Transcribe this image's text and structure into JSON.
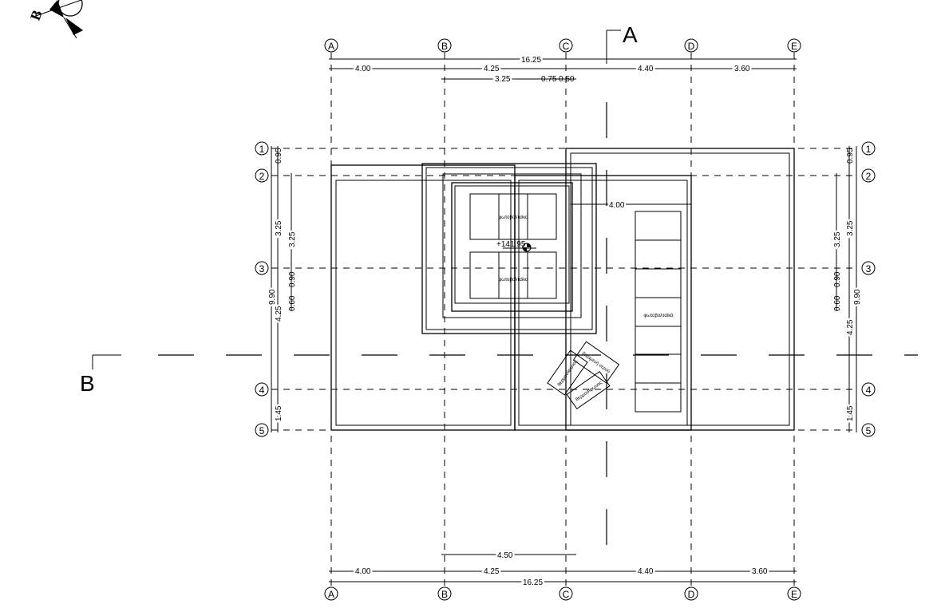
{
  "grid_columns": [
    "A",
    "B",
    "C",
    "D",
    "E"
  ],
  "grid_rows": [
    "1",
    "2",
    "3",
    "4",
    "5"
  ],
  "section_marks": {
    "a": "A",
    "b": "B",
    "north_b": "B"
  },
  "dims_top": {
    "total": "16.25",
    "a_b": "4.00",
    "b_c": "4.25",
    "c_d": "4.40",
    "d_e": "3.60",
    "sub1": "3.25",
    "sub2": "0.75",
    "sub3": "0.50"
  },
  "dims_bottom": {
    "total": "16.25",
    "a_b": "4.00",
    "b_c": "4.25",
    "c_d": "4.40",
    "d_e": "3.60",
    "sub": "4.50"
  },
  "dims_left": {
    "total": "9.90",
    "r1_2": "0.95",
    "r2_3": "3.25",
    "r3_4": "4.25",
    "r4_5": "1.45",
    "inner": "3.25",
    "s1": "0.60",
    "s2": "0.90"
  },
  "dims_right": {
    "total": "9.90",
    "r1_2": "0.95",
    "r2_3": "3.25",
    "r3_4": "4.25",
    "r4_5": "1.45",
    "inner": "3.25",
    "s1": "0.60",
    "s2": "0.90"
  },
  "dim_inner": "4.00",
  "elevation": "+141.95",
  "labels": {
    "pv1": "φωτοβολταϊκα",
    "pv2": "φωτοβολταϊκα",
    "pv3": "φωτοβολταϊκά",
    "tank": "δεξαμενή νερού",
    "heater1": "θερμοσίφωνας",
    "heater2": "θερμοσίφωνας"
  }
}
